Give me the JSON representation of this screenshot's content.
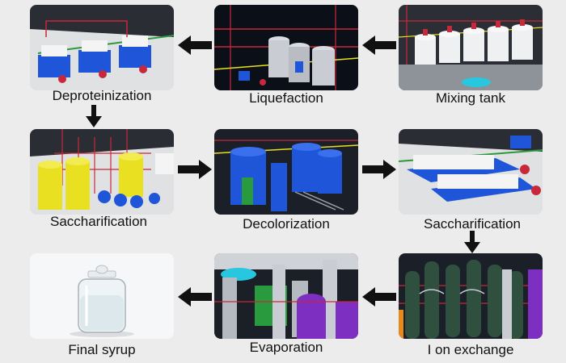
{
  "steps": [
    {
      "label": "Mixing tank"
    },
    {
      "label": "Liquefaction"
    },
    {
      "label": "Deproteinization"
    },
    {
      "label": "Saccharification"
    },
    {
      "label": "Decolorization"
    },
    {
      "label": "Saccharification"
    },
    {
      "label": "I on exchange"
    },
    {
      "label": "Evaporation"
    },
    {
      "label": "Final syrup"
    }
  ],
  "colors": {
    "background": "#ececec",
    "arrow": "#111111",
    "scene_dark": "#0b0f18",
    "equipment_blue": "#1f55d8",
    "equipment_yellow": "#e9e022",
    "equipment_silver": "#c9ccd2",
    "equipment_purple": "#7d2fc2",
    "pipe_red": "#c8283a"
  }
}
